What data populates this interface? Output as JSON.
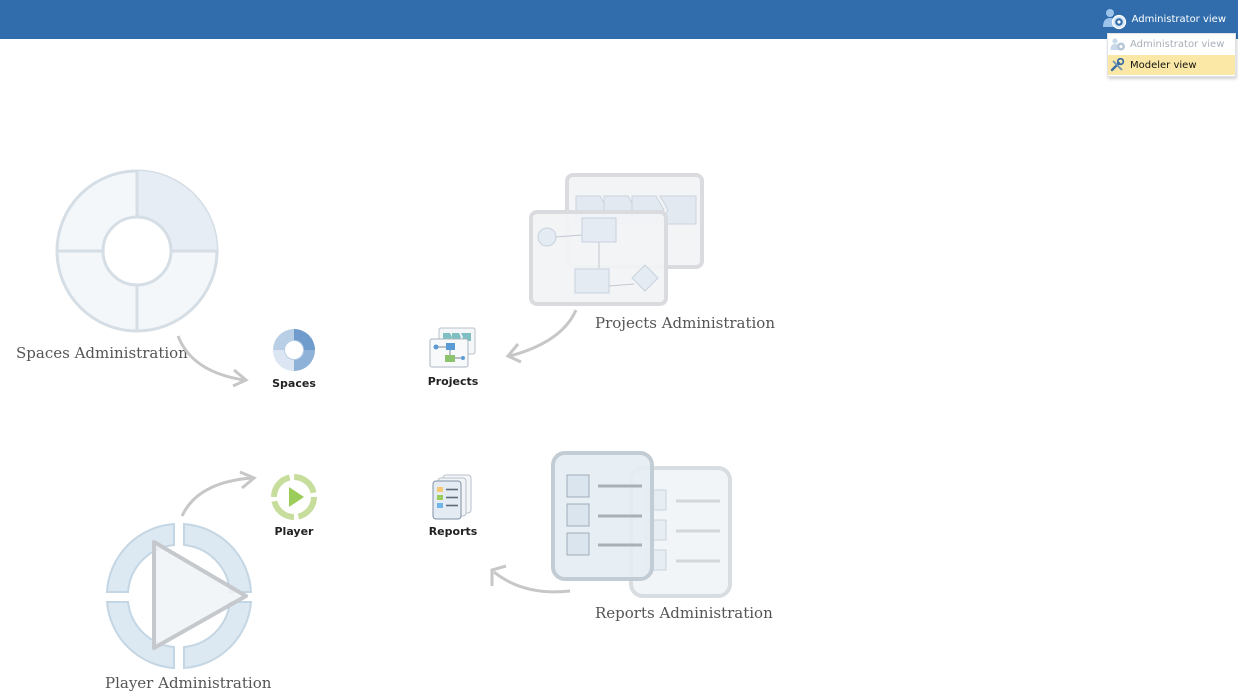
{
  "header": {
    "current_view": "Administrator view",
    "icon": "admin-gear-icon",
    "background": "#316dac"
  },
  "view_menu": {
    "items": [
      {
        "label": "Administrator view",
        "state": "disabled",
        "icon": "admin-gear-icon"
      },
      {
        "label": "Modeler view",
        "state": "hover",
        "icon": "modeler-tools-icon"
      }
    ],
    "hover_color": "#fbe8a6"
  },
  "tiles": {
    "spaces": {
      "label": "Spaces",
      "icon": "spaces-ring-icon"
    },
    "projects": {
      "label": "Projects",
      "icon": "projects-diagram-icon"
    },
    "player": {
      "label": "Player",
      "icon": "player-play-icon"
    },
    "reports": {
      "label": "Reports",
      "icon": "reports-list-icon"
    }
  },
  "captions": {
    "spaces": "Spaces Administration",
    "projects": "Projects Administration",
    "player": "Player Administration",
    "reports": "Reports Administration"
  }
}
